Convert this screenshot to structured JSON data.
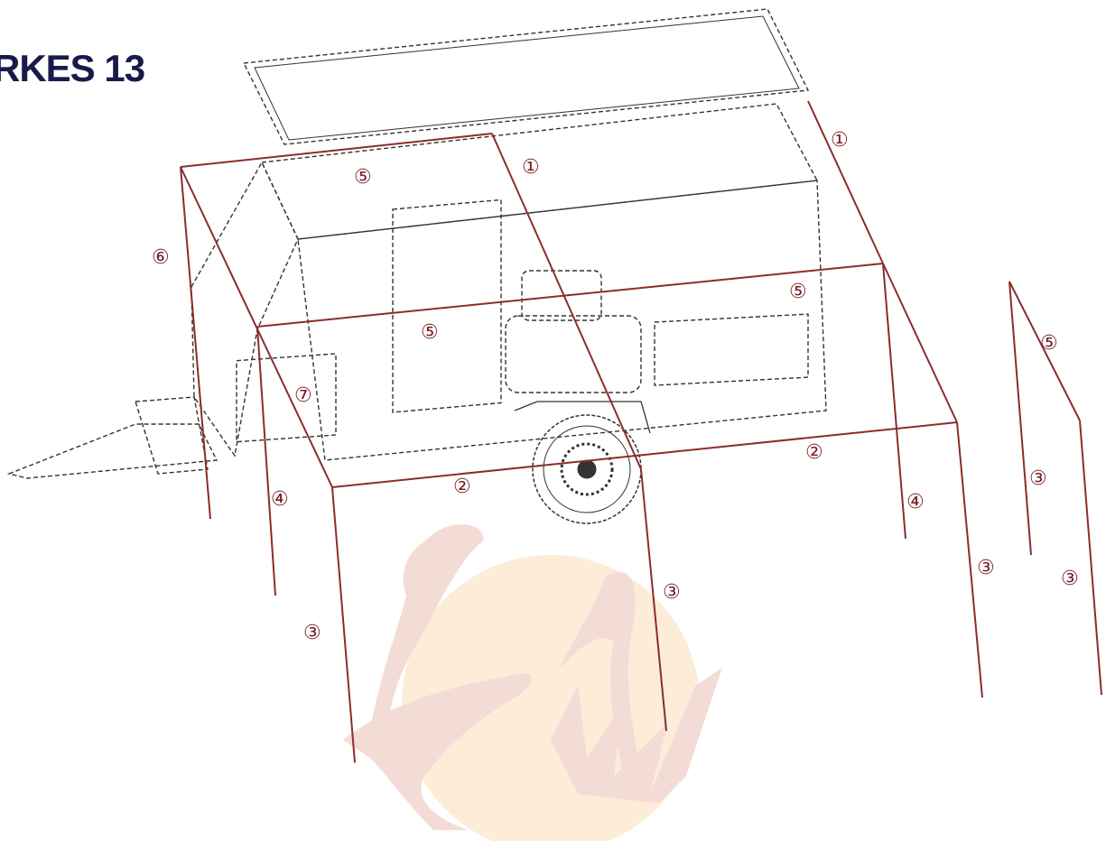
{
  "title": "RKES 13",
  "colors": {
    "frame": "#8b2d2d",
    "outline": "#333333",
    "watermark": "#f3dcd6",
    "watermark_sun": "#fbe4c8",
    "title": "#1a1a4a"
  },
  "callouts": [
    {
      "id": "top-right",
      "label": "①"
    },
    {
      "id": "top-mid",
      "label": "①"
    },
    {
      "id": "roof-ridge",
      "label": "⑤"
    },
    {
      "id": "side-left",
      "label": "⑥"
    },
    {
      "id": "side-right-upper",
      "label": "⑤"
    },
    {
      "id": "side-mid",
      "label": "⑤"
    },
    {
      "id": "far-right",
      "label": "⑤"
    },
    {
      "id": "door-panel",
      "label": "⑦"
    },
    {
      "id": "bottom-right",
      "label": "②"
    },
    {
      "id": "bottom-mid",
      "label": "②"
    },
    {
      "id": "leg-left",
      "label": "④"
    },
    {
      "id": "leg-right",
      "label": "④"
    },
    {
      "id": "leg-front-left",
      "label": "③"
    },
    {
      "id": "leg-front-mid",
      "label": "③"
    },
    {
      "id": "leg-rear-1",
      "label": "③"
    },
    {
      "id": "leg-rear-2",
      "label": "③"
    },
    {
      "id": "leg-rear-3",
      "label": "③"
    }
  ]
}
